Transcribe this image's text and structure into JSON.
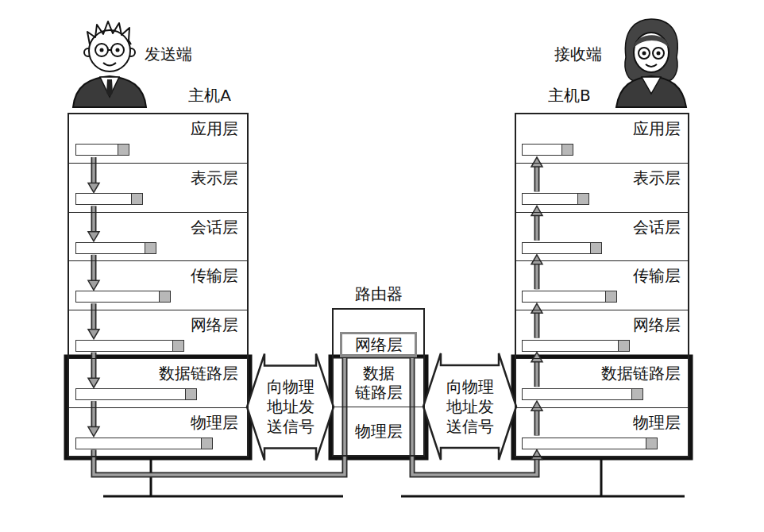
{
  "diagram": {
    "nodes": [
      {
        "text": [
          "主机A"
        ]
      },
      {
        "text": [
          "应用层"
        ],
        "in": 0
      },
      {
        "text": [
          "表示层"
        ],
        "in": 0
      },
      {
        "text": [
          "会话层"
        ],
        "in": 0
      },
      {
        "text": [
          "传输层"
        ],
        "in": 0
      },
      {
        "text": [
          "网络层"
        ],
        "in": 0
      },
      {
        "text": [
          "数据链路层"
        ],
        "in": 0
      },
      {
        "text": [
          "物理层"
        ],
        "in": 0
      },
      {
        "text": [
          "路由器"
        ]
      },
      {
        "text": [
          "网络层"
        ],
        "in": 8
      },
      {
        "text": [
          "数据 链路层"
        ],
        "in": 8
      },
      {
        "text": [
          "物理层"
        ],
        "in": 8
      },
      {
        "text": [
          "主机B"
        ]
      },
      {
        "text": [
          "应用层"
        ],
        "in": 12
      },
      {
        "text": [
          "表示层"
        ],
        "in": 12
      },
      {
        "text": [
          "会话层"
        ],
        "in": 12
      },
      {
        "text": [
          "传输层"
        ],
        "in": 12
      },
      {
        "text": [
          "网络层"
        ],
        "in": 12
      },
      {
        "text": [
          "数据链路层"
        ],
        "in": 12
      },
      {
        "text": [
          "物理层"
        ],
        "in": 12
      }
    ],
    "edges": [
      {
        "from": 1,
        "to": 2,
        "arrow": "to"
      },
      {
        "from": 2,
        "to": 3,
        "arrow": "to"
      },
      {
        "from": 3,
        "to": 4,
        "arrow": "to"
      },
      {
        "from": 4,
        "to": 5,
        "arrow": "to"
      },
      {
        "from": 5,
        "to": 6,
        "arrow": "to"
      },
      {
        "from": 6,
        "to": 7,
        "arrow": "to"
      },
      {
        "from": 7,
        "to": 9,
        "arrow": "none"
      },
      {
        "from": 9,
        "to": 19,
        "arrow": "to"
      },
      {
        "from": 6,
        "to": 10,
        "label": "向物理地址发送信号",
        "arrow": "both"
      },
      {
        "from": 10,
        "to": 18,
        "label": "向物理地址发送信号",
        "arrow": "both"
      },
      {
        "from": 19,
        "to": 18,
        "arrow": "to"
      },
      {
        "from": 18,
        "to": 17,
        "arrow": "to"
      },
      {
        "from": 17,
        "to": 16,
        "arrow": "to"
      },
      {
        "from": 16,
        "to": 15,
        "arrow": "to"
      },
      {
        "from": 15,
        "to": 14,
        "arrow": "to"
      },
      {
        "from": 14,
        "to": 13,
        "arrow": "to"
      }
    ],
    "labels": [
      "发送端",
      "接收端"
    ]
  }
}
